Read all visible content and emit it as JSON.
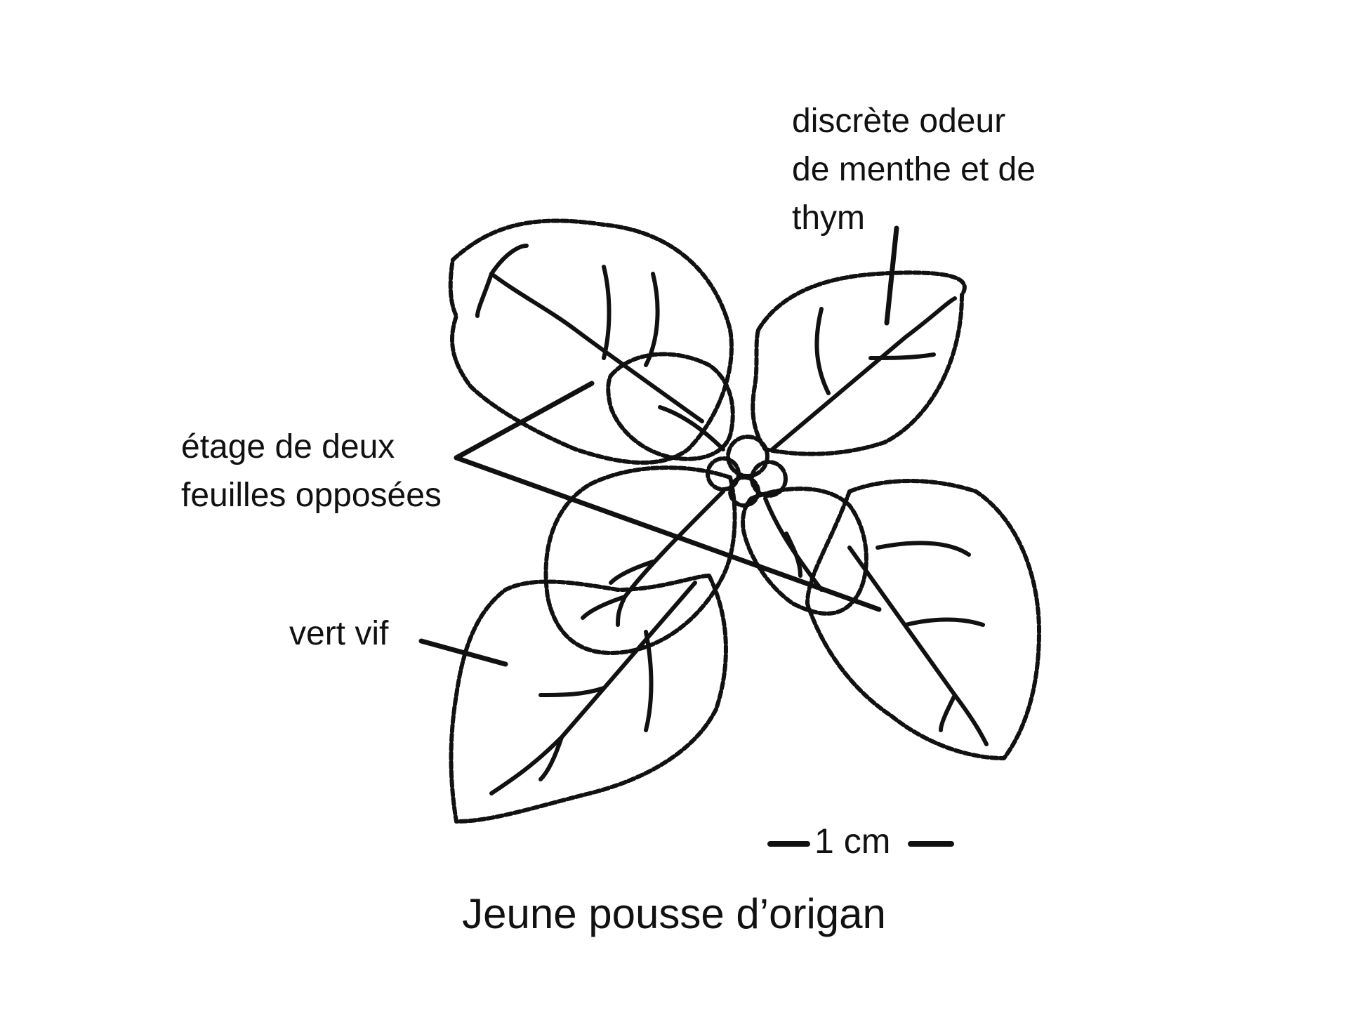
{
  "labels": {
    "odeur": [
      "discrète odeur",
      "de menthe et de",
      "thym"
    ],
    "etage": [
      "étage de deux",
      "feuilles opposées"
    ],
    "vert": "vert vif"
  },
  "scale_bar": "1 cm",
  "caption": "Jeune pousse d’origan",
  "colors": {
    "ink": "#111111",
    "background": "#ffffff"
  }
}
